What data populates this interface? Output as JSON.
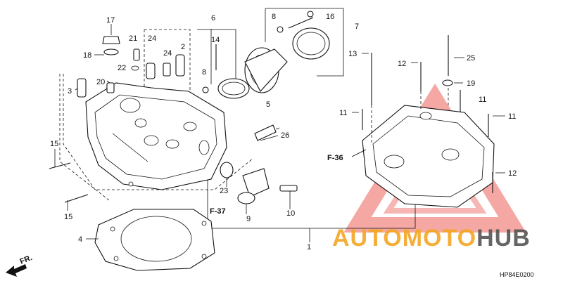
{
  "diagram": {
    "part_labels": {
      "p1": "1",
      "p2": "2",
      "p3": "3",
      "p4": "4",
      "p5": "5",
      "p6": "6",
      "p7": "7",
      "p8a": "8",
      "p8b": "8",
      "p9": "9",
      "p10": "10",
      "p11a": "11",
      "p11b": "11",
      "p11c": "11",
      "p12a": "12",
      "p12b": "12",
      "p13": "13",
      "p14": "14",
      "p15a": "15",
      "p15b": "15",
      "p16": "16",
      "p17": "17",
      "p18": "18",
      "p19": "19",
      "p20": "20",
      "p21": "21",
      "p22": "22",
      "p23": "23",
      "p24a": "24",
      "p24b": "24",
      "p25": "25",
      "p26": "26"
    },
    "ref_labels": {
      "f36": "F-36",
      "f37": "F-37"
    },
    "direction_label": "FR.",
    "diagram_code": "HP84E0200",
    "watermark": {
      "brand_part1": "AUTO",
      "brand_part2": "MOTO",
      "brand_part3": "HUB",
      "color_orange": "#f5a623",
      "color_red": "#e8423a",
      "color_gray": "#555555"
    }
  }
}
